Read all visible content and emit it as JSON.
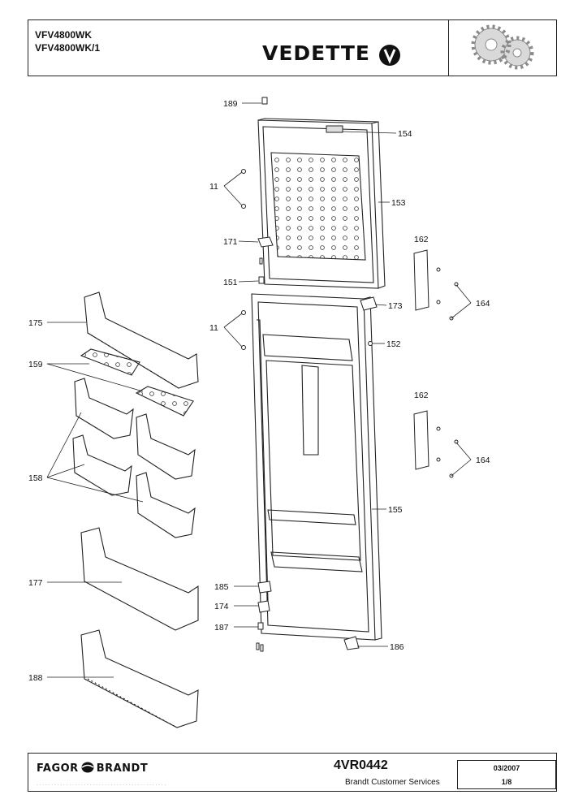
{
  "header": {
    "model_1": "VFV4800WK",
    "model_2": "VFV4800WK/1",
    "brand": "VEDETTE",
    "gear_icon": "gears-icon"
  },
  "footer": {
    "company_left": "FAGOR",
    "company_right": "BRANDT",
    "doc_number": "4VR0442",
    "service": "Brandt Customer Services",
    "date": "03/2007",
    "page": "1/8"
  },
  "callouts": {
    "c189": "189",
    "c154": "154",
    "c11a": "11",
    "c153": "153",
    "c171": "171",
    "c162a": "162",
    "c151": "151",
    "c173": "173",
    "c164a": "164",
    "c175": "175",
    "c11b": "11",
    "c152": "152",
    "c159": "159",
    "c162b": "162",
    "c164b": "164",
    "c158": "158",
    "c155": "155",
    "c177": "177",
    "c185": "185",
    "c174": "174",
    "c187": "187",
    "c186": "186",
    "c188": "188"
  },
  "colors": {
    "line": "#222222",
    "hatch": "#555555",
    "paper": "#ffffff"
  }
}
